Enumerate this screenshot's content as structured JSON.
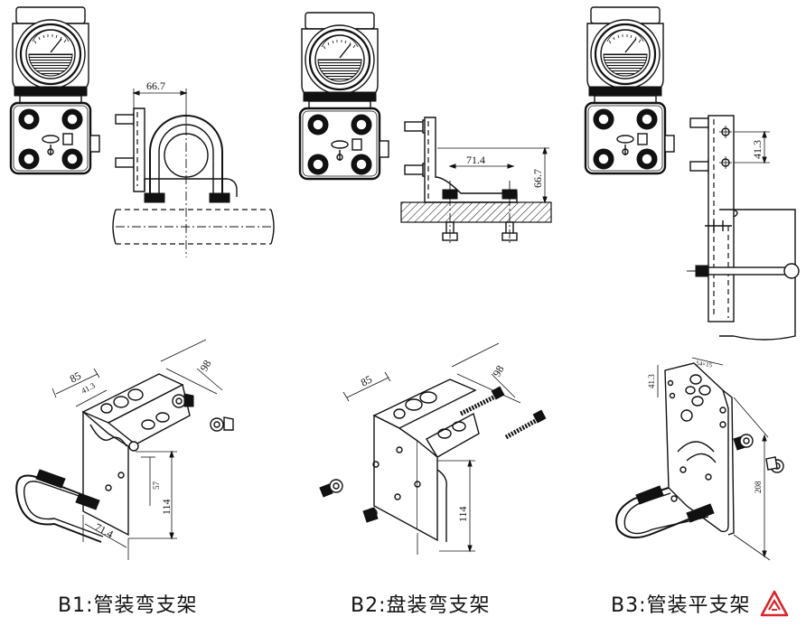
{
  "captions": {
    "b1": "B1:管装弯支架",
    "b2": "B2:盘装弯支架",
    "b3": "B3:管装平支架"
  },
  "dimensions": {
    "b1_top_width": "66.7",
    "b2_top_width": "71.4",
    "b2_top_height": "66.7",
    "b3_top_height": "41.3",
    "b1_iso_98": "98",
    "b1_iso_85": "85",
    "b1_iso_413": "41.3",
    "b1_iso_57": "57",
    "b1_iso_114": "114",
    "b1_iso_714": "71.4",
    "b2_iso_98": "98",
    "b2_iso_85": "85",
    "b2_iso_114": "114",
    "b3_iso_413": "41.3",
    "b3_iso_54": "54×15",
    "b3_iso_208": "208"
  },
  "colors": {
    "line": "#111111",
    "logo": "#d9262c"
  }
}
